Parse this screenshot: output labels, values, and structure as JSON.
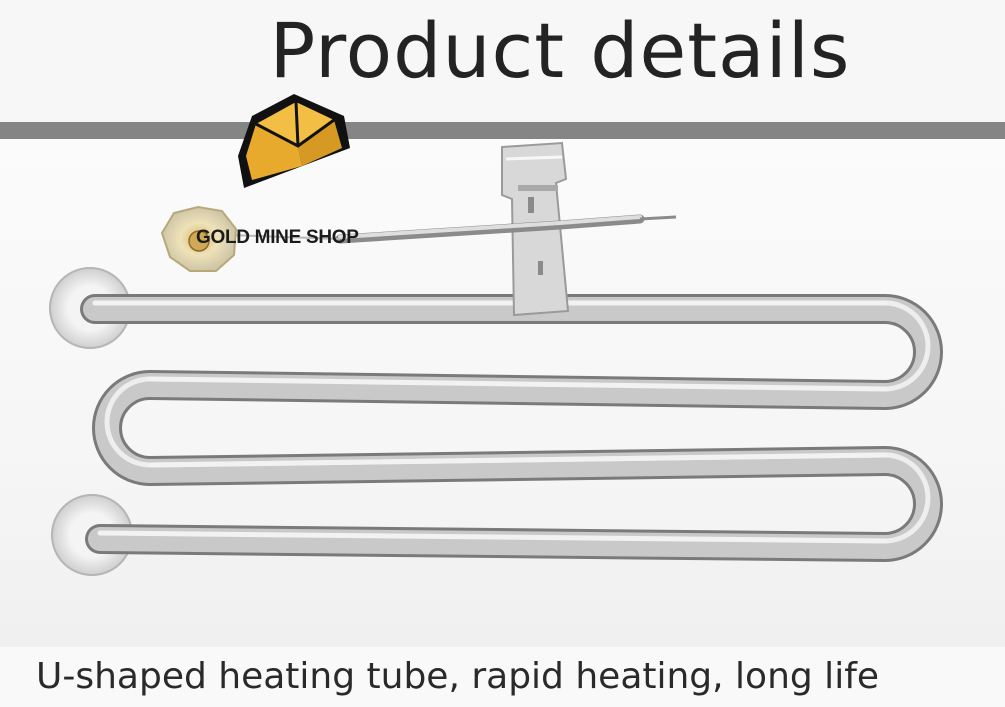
{
  "header": {
    "title": "Product details"
  },
  "product_photo": {
    "subject": "u-shaped-heating-tube-element",
    "tube_color": "#b9b9b9",
    "bracket_color": "#c8c8c8",
    "gasket_color": "#e4e4e4",
    "thermostat_disc_color": "#e8d9a8"
  },
  "watermark": {
    "text": "GOLD MINE SHOP",
    "logo_icon": "gold-bar-logo",
    "logo_fill": "#f0b833",
    "logo_outline": "#111111"
  },
  "caption": {
    "text": "U-shaped heating tube, rapid heating, long life"
  },
  "colors": {
    "divider": "#858585",
    "background": "#f4f4f4",
    "text": "#232323"
  }
}
